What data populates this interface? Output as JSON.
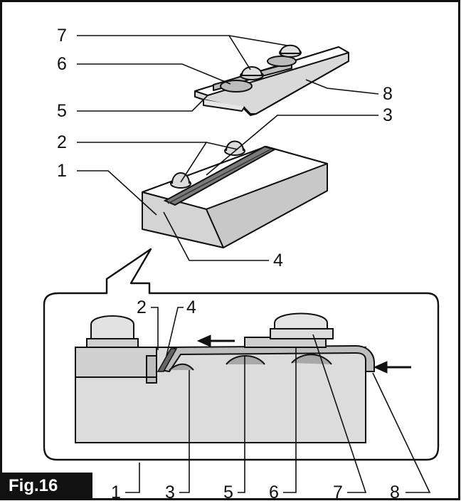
{
  "figure": {
    "label": "Fig.16",
    "callouts": {
      "top": [
        "7",
        "6",
        "5",
        "2",
        "1",
        "8",
        "3",
        "4"
      ],
      "bottom_inset_top": [
        "2",
        "4"
      ],
      "bottom_row": [
        "1",
        "3",
        "5",
        "6",
        "7",
        "8"
      ]
    }
  }
}
